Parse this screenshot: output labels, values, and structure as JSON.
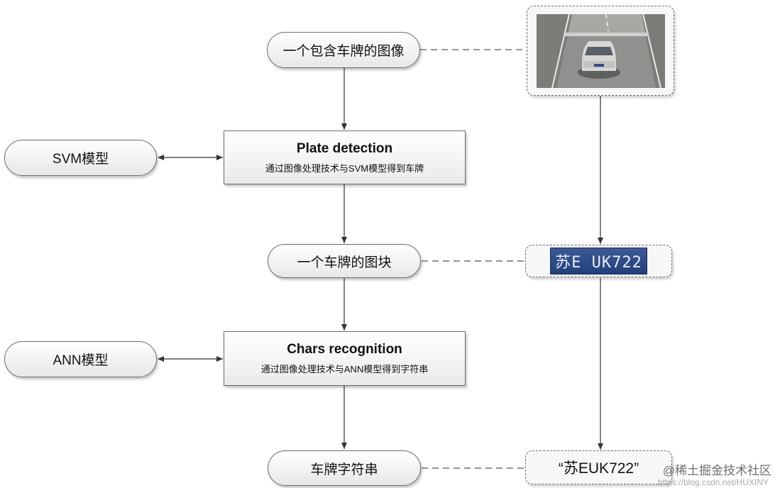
{
  "nodes": {
    "input_image": "一个包含车牌的图像",
    "svm_model": "SVM模型",
    "plate_detection": {
      "title": "Plate detection",
      "subtitle": "通过图像处理技术与SVM模型得到车牌"
    },
    "plate_block": "一个车牌的图块",
    "ann_model": "ANN模型",
    "chars_recognition": {
      "title": "Chars recognition",
      "subtitle": "通过图像处理技术与ANN模型得到字符串"
    },
    "plate_string": "车牌字符串"
  },
  "examples": {
    "plate_image_text": "苏E UK722",
    "result_text": "“苏EUK722”"
  },
  "watermark": {
    "main": "@稀土掘金技术社区",
    "url": "https://blog.csdn.net/HUXINY"
  },
  "colors": {
    "line": "#333333",
    "dashed": "#6b6b6b"
  }
}
